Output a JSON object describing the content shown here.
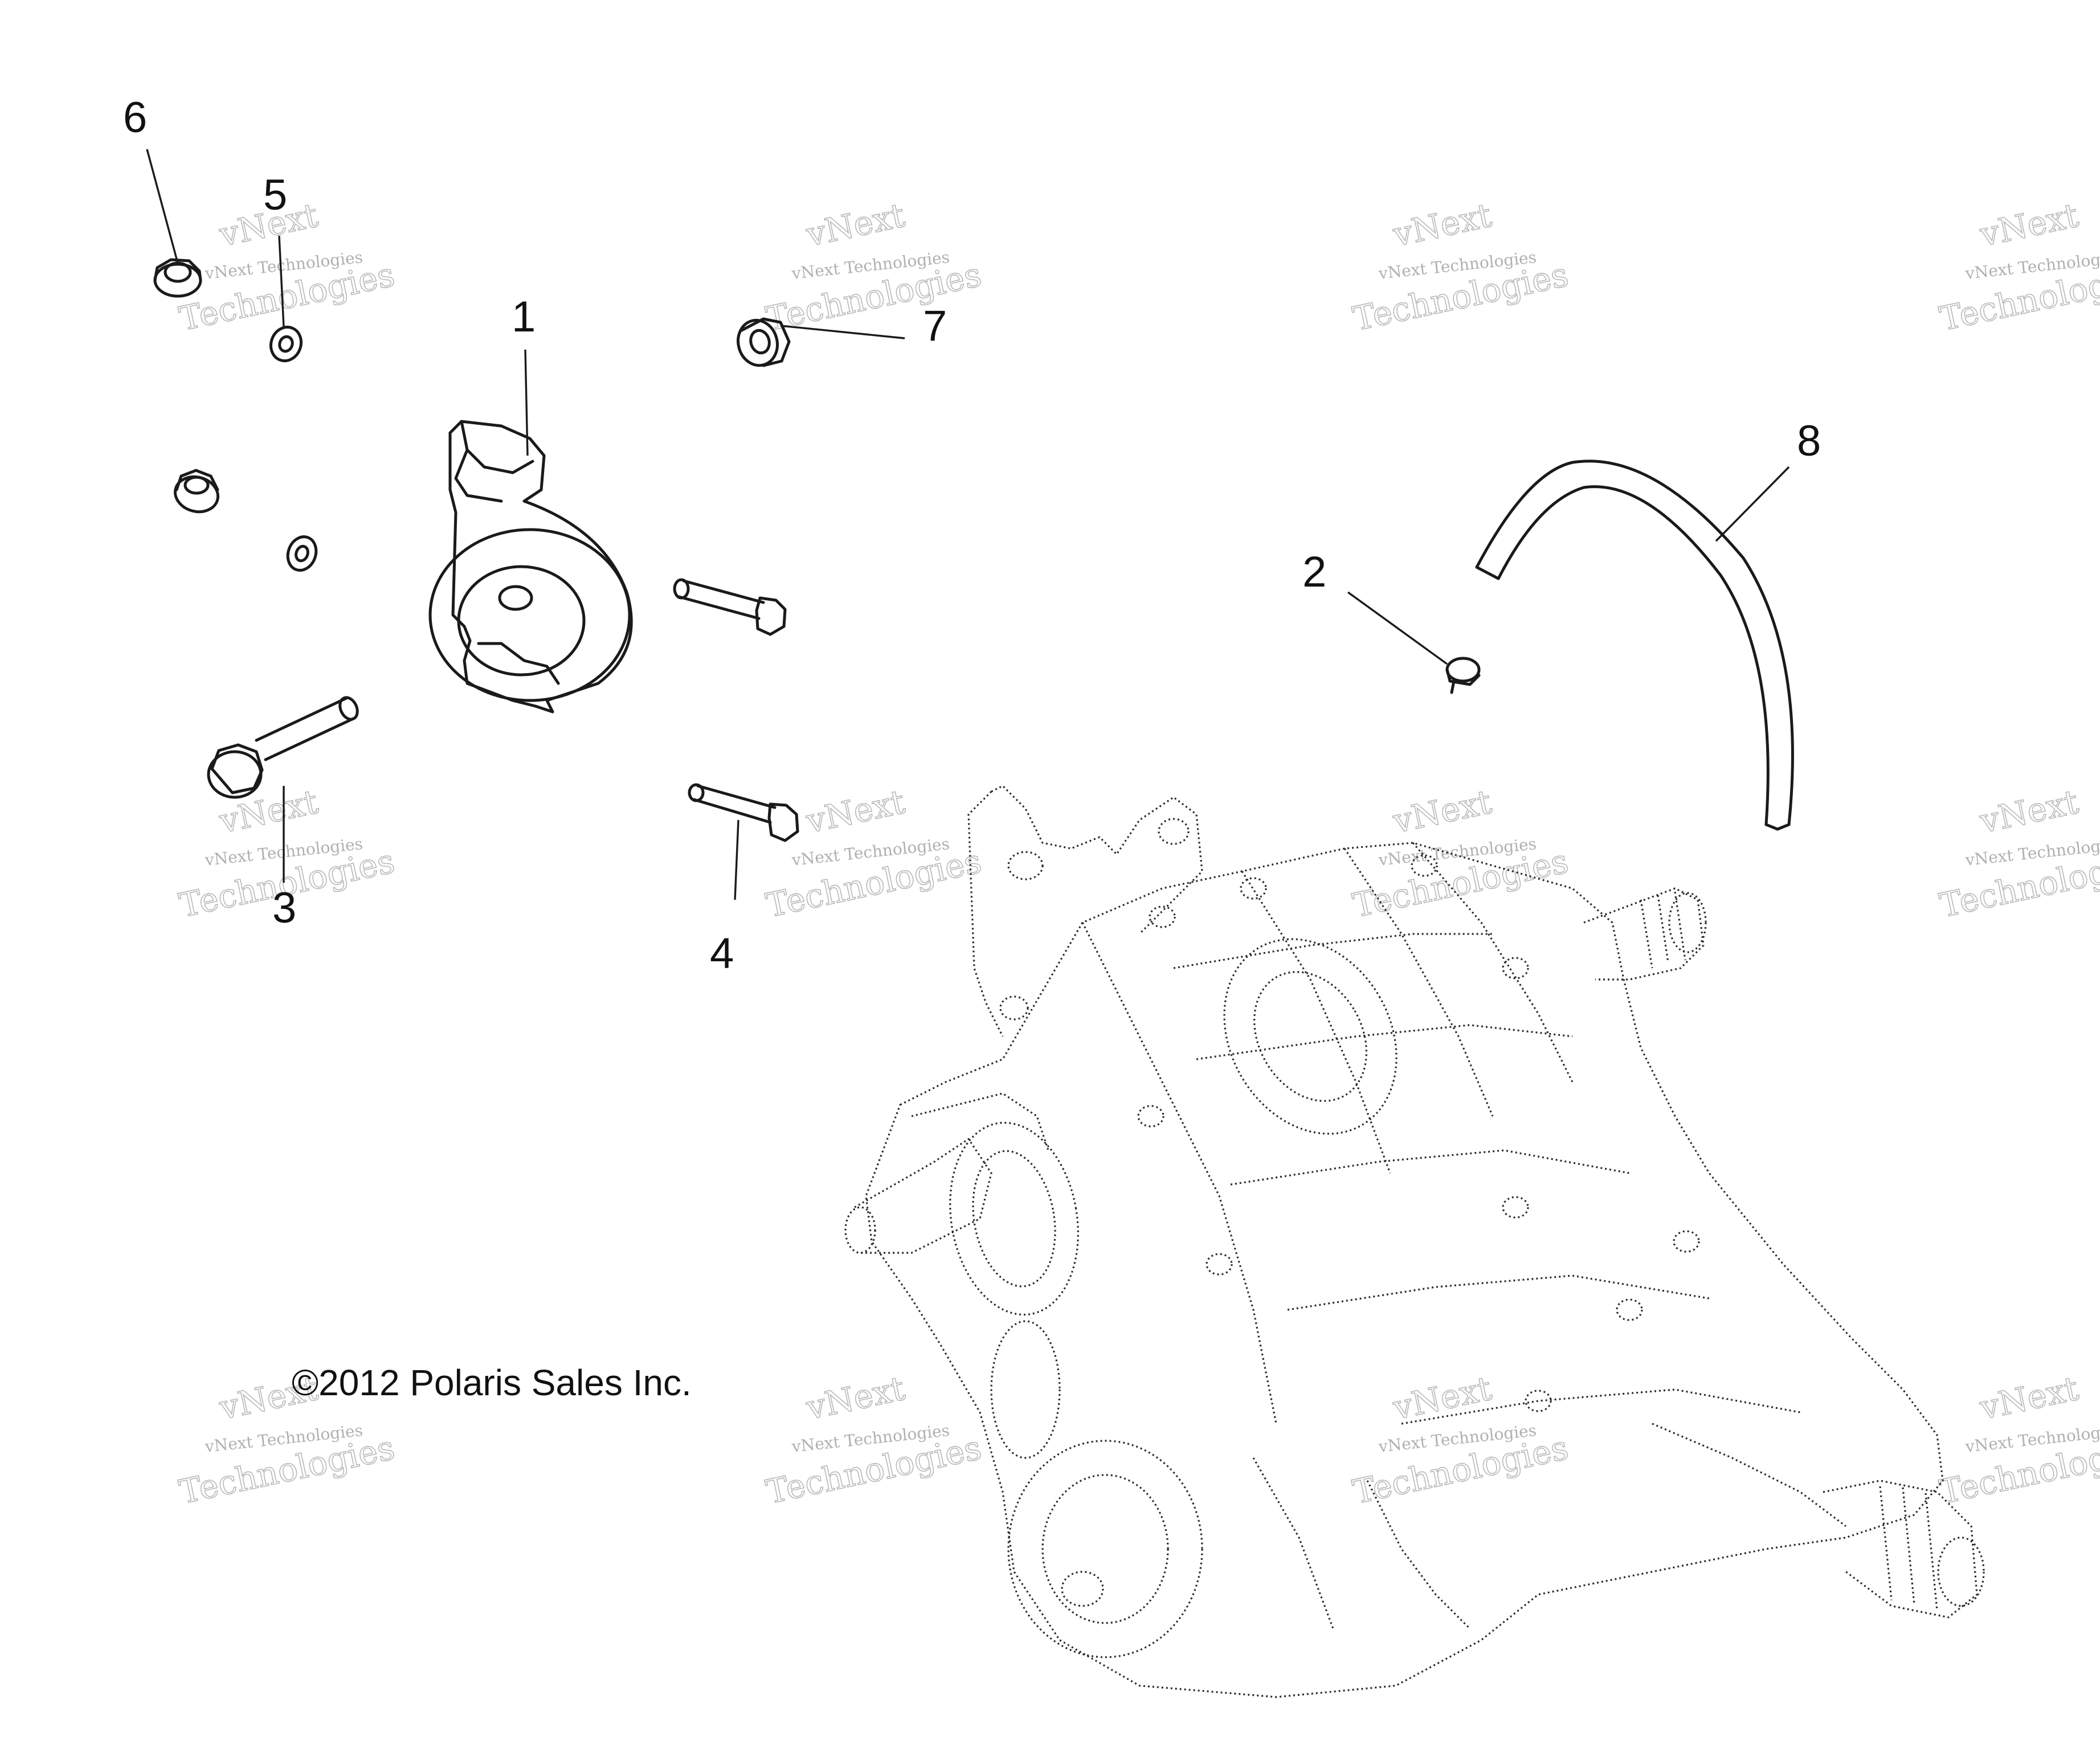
{
  "callouts": [
    "1",
    "2",
    "3",
    "4",
    "5",
    "6",
    "7",
    "8"
  ],
  "copyright": "©2012 Polaris Sales Inc.",
  "watermark": {
    "line1": "vNext Technologies",
    "line2": "vNext",
    "line3": "Technologies"
  }
}
